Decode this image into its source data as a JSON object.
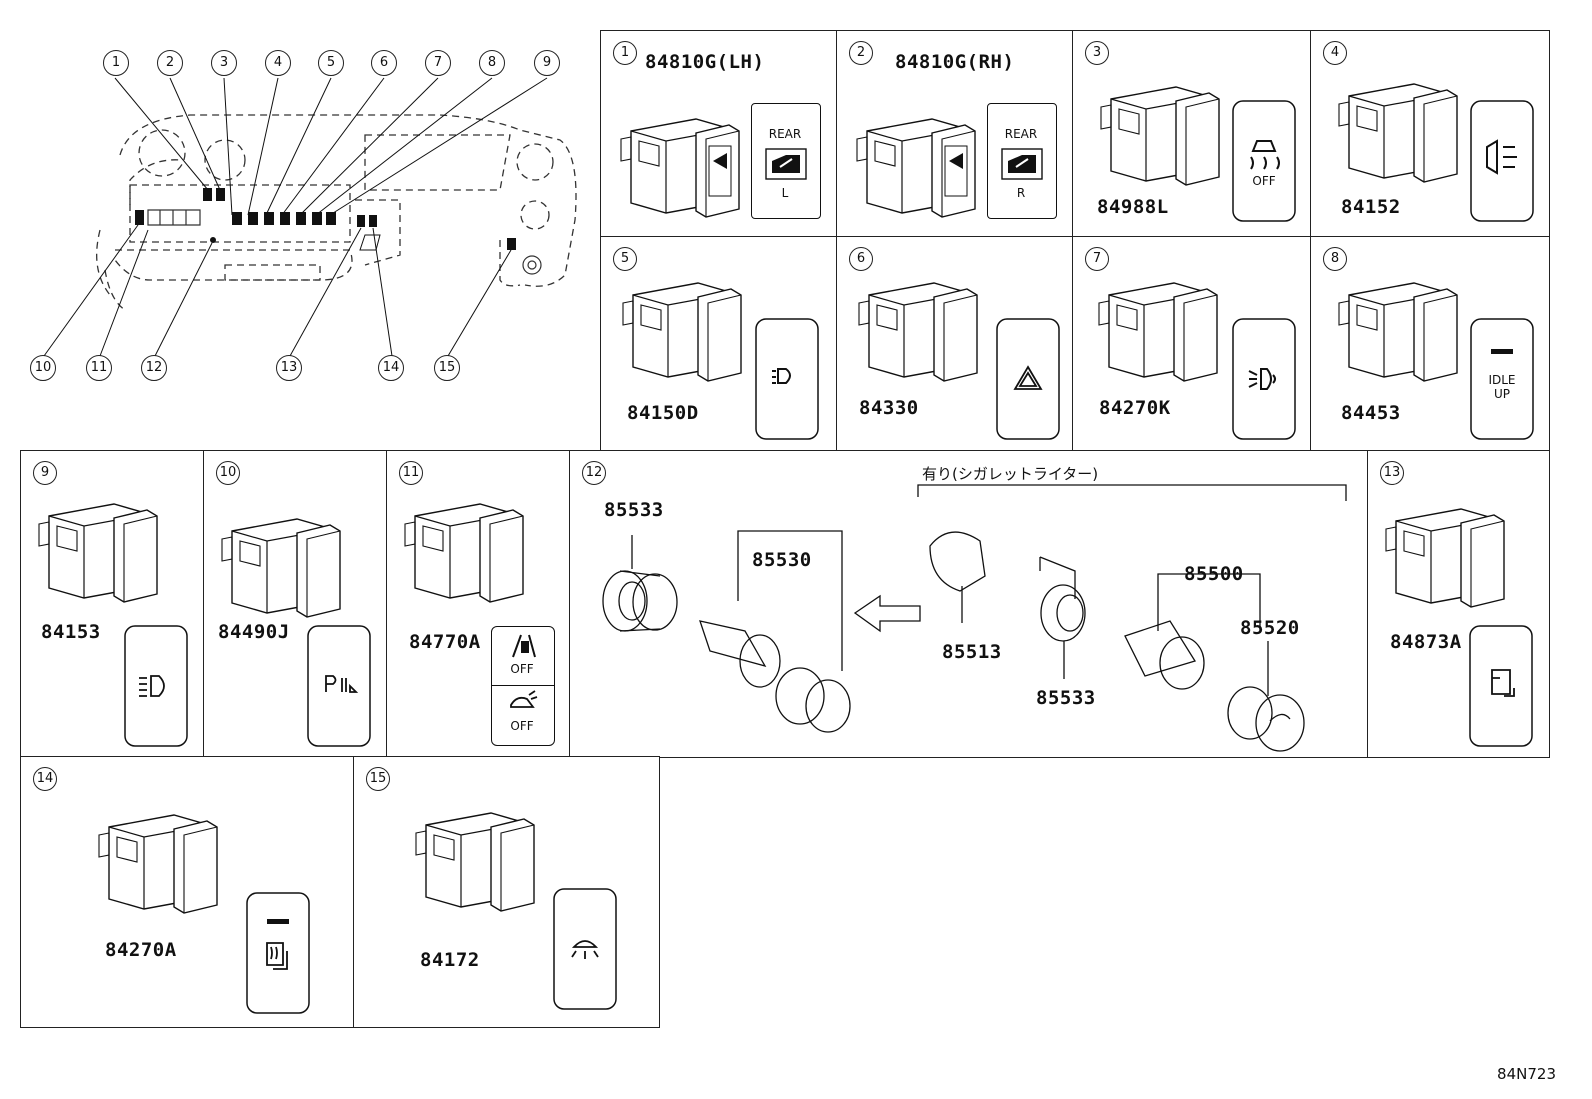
{
  "overview": {
    "callouts_top": [
      "1",
      "2",
      "3",
      "4",
      "5",
      "6",
      "7",
      "8",
      "9"
    ],
    "callouts_bottom": [
      "10",
      "11",
      "12",
      "13",
      "14",
      "15"
    ]
  },
  "panels": [
    {
      "num": "1",
      "part": "84810G(LH)",
      "icon_text": [
        "REAR",
        "L"
      ]
    },
    {
      "num": "2",
      "part": "84810G(RH)",
      "icon_text": [
        "REAR",
        "R"
      ]
    },
    {
      "num": "3",
      "part": "84988L",
      "icon_text": [
        "OFF"
      ]
    },
    {
      "num": "4",
      "part": "84152",
      "icon_text": []
    },
    {
      "num": "5",
      "part": "84150D",
      "icon_text": []
    },
    {
      "num": "6",
      "part": "84330",
      "icon_text": []
    },
    {
      "num": "7",
      "part": "84270K",
      "icon_text": []
    },
    {
      "num": "8",
      "part": "84453",
      "icon_text": [
        "IDLE",
        "UP"
      ]
    },
    {
      "num": "9",
      "part": "84153",
      "icon_text": []
    },
    {
      "num": "10",
      "part": "84490J",
      "icon_text": []
    },
    {
      "num": "11",
      "part": "84770A",
      "icon_text": [
        "OFF",
        "OFF"
      ]
    },
    {
      "num": "12",
      "parts": [
        "85533",
        "85530",
        "85513",
        "85533",
        "85500",
        "85520"
      ],
      "note": "有り(シガレットライター)"
    },
    {
      "num": "13",
      "part": "84873A",
      "icon_text": []
    },
    {
      "num": "14",
      "part": "84270A",
      "icon_text": []
    },
    {
      "num": "15",
      "part": "84172",
      "icon_text": []
    }
  ],
  "diagram_code": "84N723"
}
